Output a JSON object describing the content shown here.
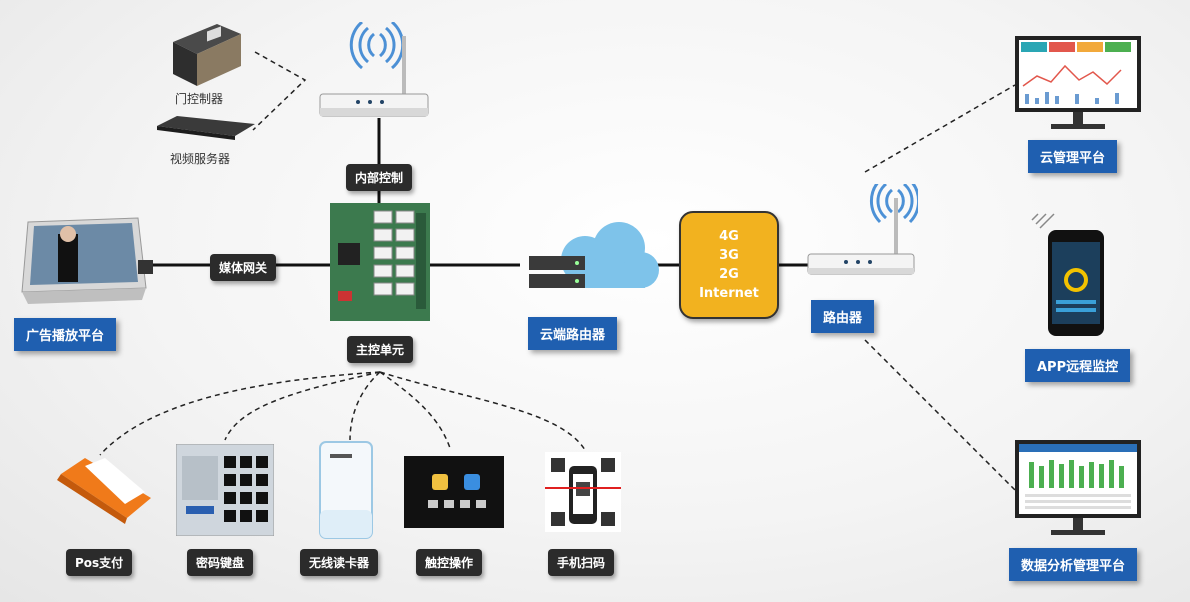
{
  "labels": {
    "door_controller": "门控制器",
    "video_server": "视频服务器",
    "internal_control": "内部控制",
    "media_gateway": "媒体网关",
    "ad_platform": "广告播放平台",
    "main_unit": "主控单元",
    "cloud_router": "云端路由器",
    "router": "路由器",
    "cloud_mgmt": "云管理平台",
    "app_monitor": "APP远程监控",
    "data_platform": "数据分析管理平台",
    "pos": "Pos支付",
    "keypad": "密码键盘",
    "card_reader": "无线读卡器",
    "touch": "触控操作",
    "scan": "手机扫码"
  },
  "network": {
    "lines": [
      "4G",
      "3G",
      "2G",
      "Internet"
    ]
  },
  "colors": {
    "label_blue": "#1f5fb0",
    "label_dark": "#2b2b2b",
    "network_yellow": "#f2b21f"
  }
}
